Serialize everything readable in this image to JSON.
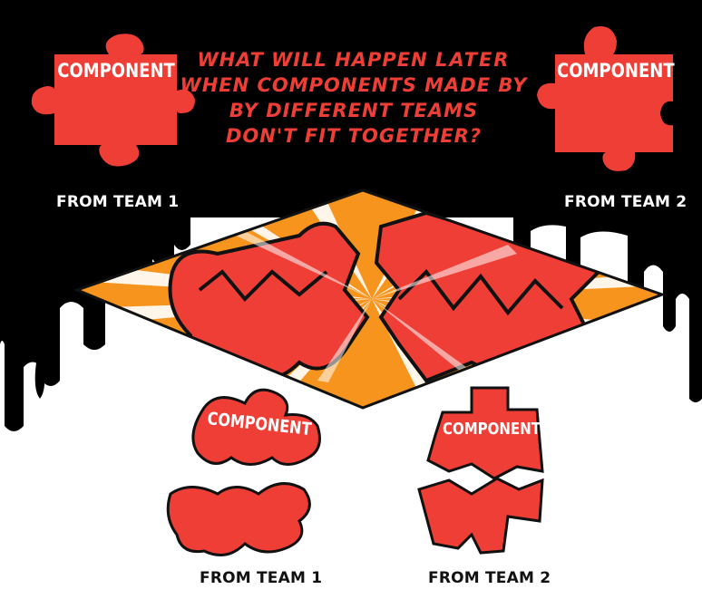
{
  "question": {
    "line1_before": "WHAT WILL HAPPEN ",
    "line1_emphasis": "LATER",
    "line2": "WHEN COMPONENTS MADE BY",
    "line3": "BY DIFFERENT TEAMS",
    "line4": "DON'T FIT TOGETHER?"
  },
  "top_left_piece": {
    "label": "COMPONENT",
    "caption": "FROM TEAM 1"
  },
  "top_right_piece": {
    "label": "COMPONENT",
    "caption": "FROM TEAM 2"
  },
  "bottom_left_piece": {
    "label": "COMPONENT",
    "caption": "FROM TEAM 1"
  },
  "bottom_right_piece": {
    "label": "COMPONENT",
    "caption": "FROM TEAM 2"
  },
  "colors": {
    "background_top": "#000000",
    "puzzle_red": "#ef3e36",
    "burst_orange": "#f7941d",
    "text_white": "#ffffff",
    "caption_dark": "#111111"
  }
}
